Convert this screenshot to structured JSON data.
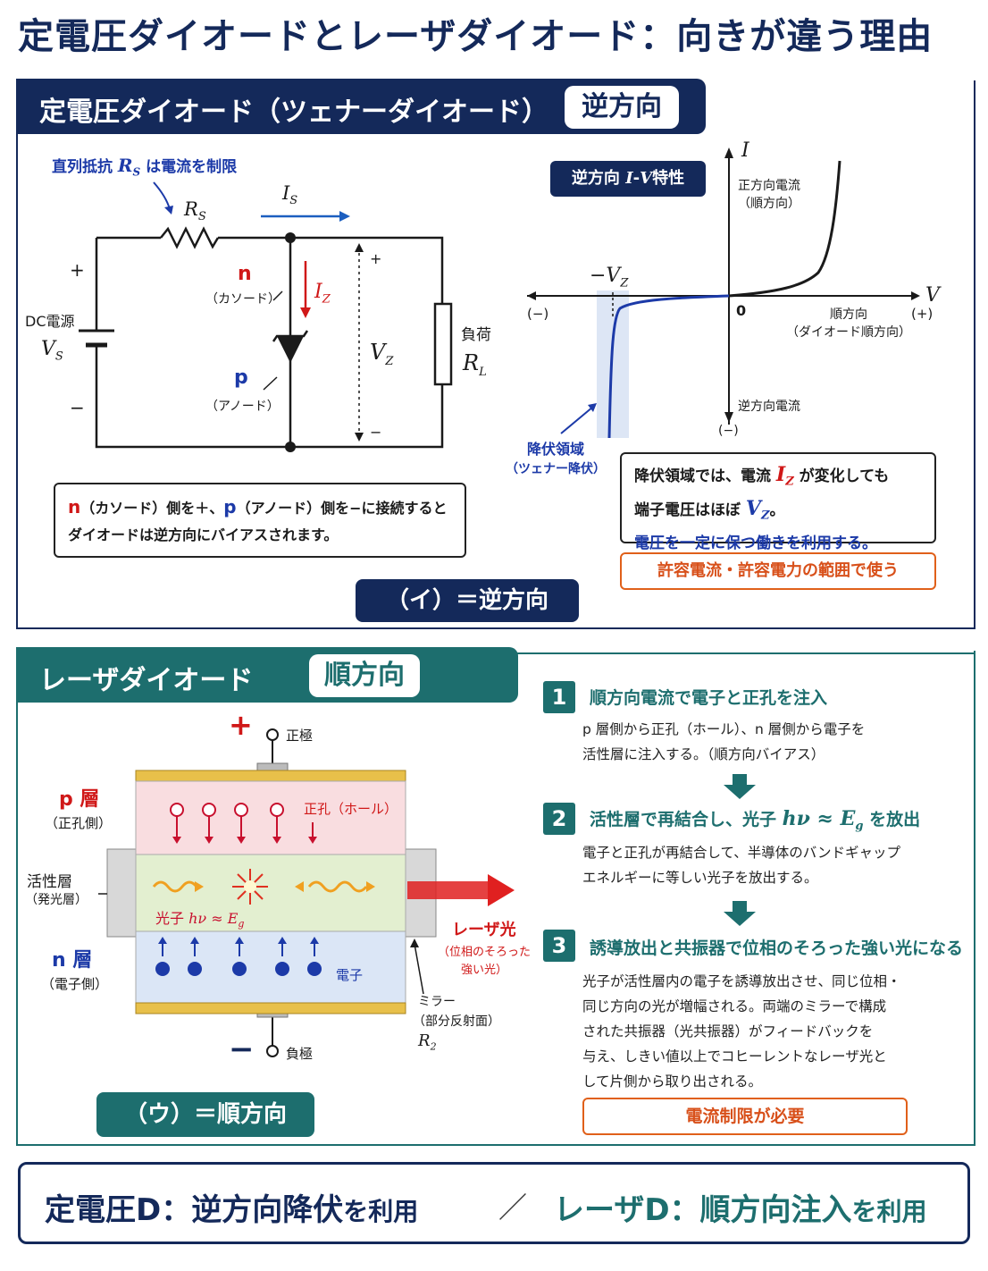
{
  "title": "定電圧ダイオードとレーザダイオード：向きが違う理由",
  "zener": {
    "header": "定電圧ダイオード（ツェナーダイオード）",
    "badge": "逆方向",
    "circuit": {
      "rs_note": "直列抵抗",
      "rs_note_var": "R",
      "rs_note_sub": "S",
      "rs_note_tail": "は電流を制限",
      "rs_label": "R",
      "rs_sub": "S",
      "is_label": "I",
      "is_sub": "S",
      "iz_label": "I",
      "iz_sub": "Z",
      "plus": "+",
      "minus": "−",
      "source_label": "DC電源",
      "vs_label": "V",
      "vs_sub": "S",
      "n_label": "n",
      "cathode": "（カソード）",
      "p_label": "p",
      "anode": "（アノード）",
      "vz_label": "V",
      "vz_sub": "Z",
      "load_label": "負荷",
      "rl_label": "R",
      "rl_sub": "L"
    },
    "bias_note": {
      "n": "n",
      "t1": "（カソード）側を＋、",
      "p": "p",
      "t2": "（アノード）側を−に接続すると",
      "line2": "ダイオードは逆方向にバイアスされます。"
    },
    "pill": "（イ）＝逆方向",
    "iv": {
      "title_a": "逆方向",
      "title_var1": "I",
      "title_dash": "-",
      "title_var2": "V",
      "title_b": "特性",
      "i_axis": "I",
      "v_axis": "V",
      "forward_current": "正方向電流",
      "forward_current2": "（順方向）",
      "minus_vz": "−V",
      "minus_vz_sub": "Z",
      "neg": "(−)",
      "pos": "(+)",
      "zero": "0",
      "forward_dir": "順方向",
      "forward_dir2": "（ダイオード順方向）",
      "reverse_current": "逆方向電流",
      "neg_bottom": "(−)",
      "breakdown": "降伏領域",
      "breakdown2": "（ツェナー降伏）"
    },
    "explain": {
      "l1a": "降伏領域では、電流",
      "iz": "I",
      "iz_sub": "Z",
      "l1b": "が変化しても",
      "l2a": "端子電圧はほぼ",
      "vz": "V",
      "vz_sub": "Z",
      "l2b": "。",
      "l3": "電圧を一定に保つ働きを利用する。"
    },
    "warning": "許容電流・許容電力の範囲で使う"
  },
  "laser": {
    "header": "レーザダイオード",
    "badge": "順方向",
    "diagram": {
      "plus": "+",
      "minus": "−",
      "anode": "正極",
      "cathode": "負極",
      "p_layer": "p 層",
      "p_side": "（正孔側）",
      "active": "活性層",
      "active2": "（発光層）",
      "n_layer": "n 層",
      "n_side": "（電子側）",
      "hole": "正孔（ホール）",
      "photon_a": "光子",
      "photon_h": "hν ≈ E",
      "photon_sub": "g",
      "electron": "電子",
      "laser": "レーザ光",
      "laser2": "（位相のそろった",
      "laser3": "強い光）",
      "mirror": "ミラー",
      "mirror2": "（部分反射面）",
      "r2": "R",
      "r2_sub": "2"
    },
    "pill": "（ウ）＝順方向",
    "steps": [
      {
        "num": "1",
        "title": "順方向電流で電子と正孔を注入",
        "body": [
          "p 層側から正孔（ホール）、n 層側から電子を",
          "活性層に注入する。（順方向バイアス）"
        ]
      },
      {
        "num": "2",
        "title_a": "活性層で再結合し、光子",
        "title_var": "hν ≈ E",
        "title_sub": "g",
        "title_b": "を放出",
        "body": [
          "電子と正孔が再結合して、半導体のバンドギャップ",
          "エネルギーに等しい光子を放出する。"
        ]
      },
      {
        "num": "3",
        "title": "誘導放出と共振器で位相のそろった強い光になる",
        "body": [
          "光子が活性層内の電子を誘導放出させ、同じ位相・",
          "同じ方向の光が増幅される。両端のミラーで構成",
          "された共振器（光共振器）がフィードバックを",
          "与え、しきい値以上でコヒーレントなレーザ光と",
          "して片側から取り出される。"
        ]
      }
    ],
    "warning": "電流制限が必要"
  },
  "summary": {
    "left_a": "定電圧D：逆方向降伏",
    "left_b": "を利用",
    "slash": "／",
    "right_a": "レーザD：順方向注入",
    "right_b": "を利用"
  },
  "colors": {
    "navy": "#14295a",
    "teal": "#1d6e6e",
    "red": "#d01818",
    "blue": "#1c3aa8",
    "orange": "#e0601a"
  }
}
